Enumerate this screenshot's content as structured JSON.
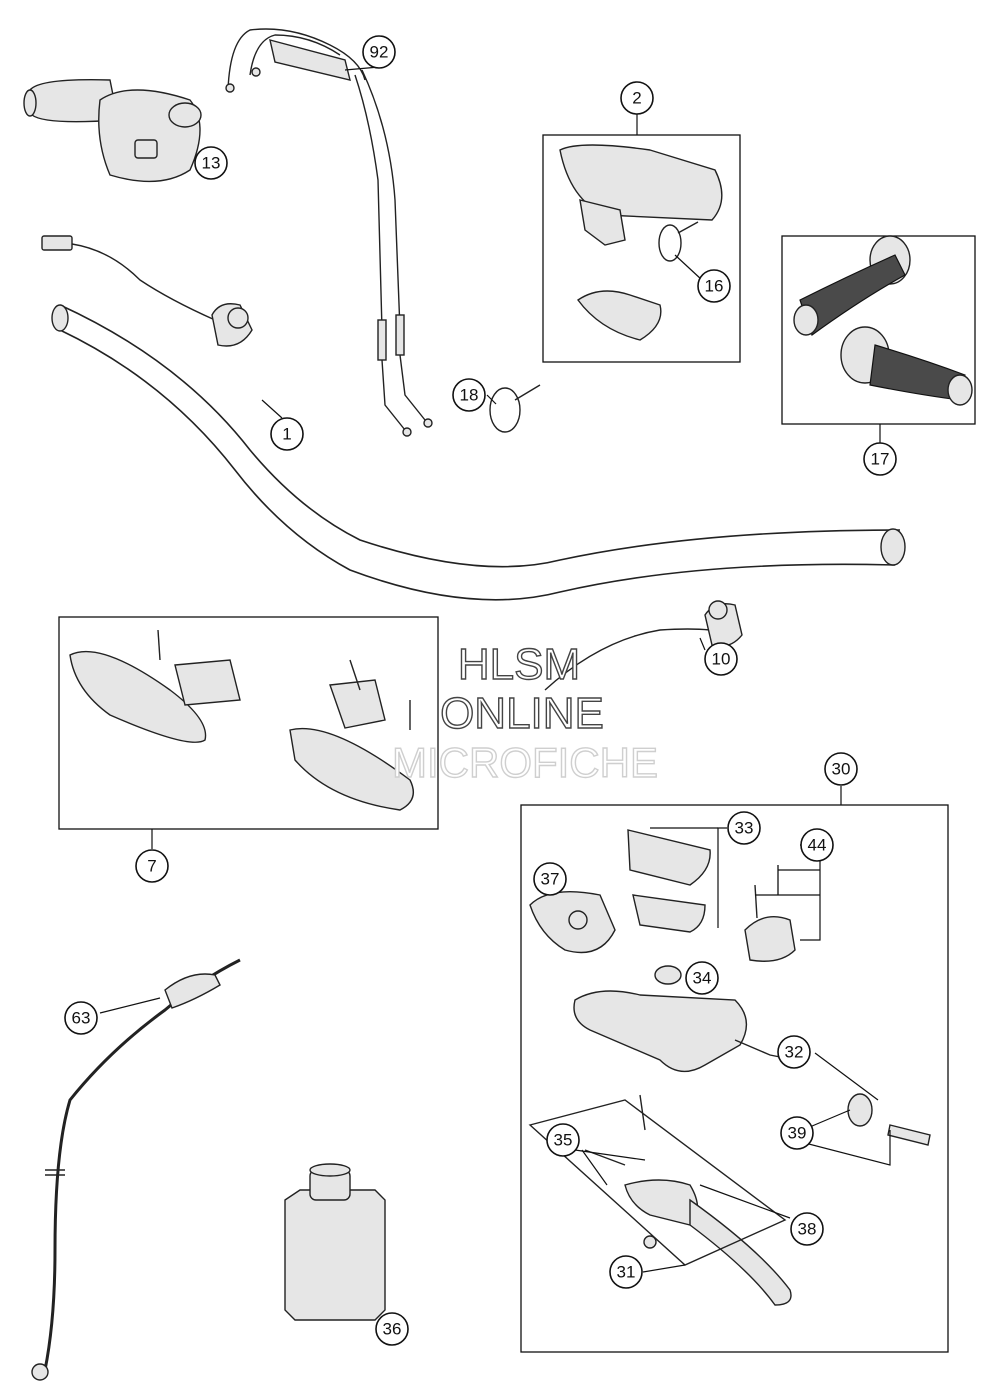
{
  "callouts": {
    "c92": "92",
    "c13": "13",
    "c2": "2",
    "c16": "16",
    "c17": "17",
    "c18": "18",
    "c1": "1",
    "c10": "10",
    "c7": "7",
    "c30": "30",
    "c33": "33",
    "c44": "44",
    "c37": "37",
    "c34": "34",
    "c32": "32",
    "c39": "39",
    "c35": "35",
    "c38": "38",
    "c31": "31",
    "c63": "63",
    "c36": "36"
  },
  "watermark": {
    "line1": "HLSM",
    "line2": "ONLINE",
    "line3": "MICROFICHE"
  },
  "colors": {
    "line": "#111111",
    "part_fill": "#e6e6e6",
    "grip_dark": "#4a4a4a",
    "watermark": "#d9d9d9"
  }
}
